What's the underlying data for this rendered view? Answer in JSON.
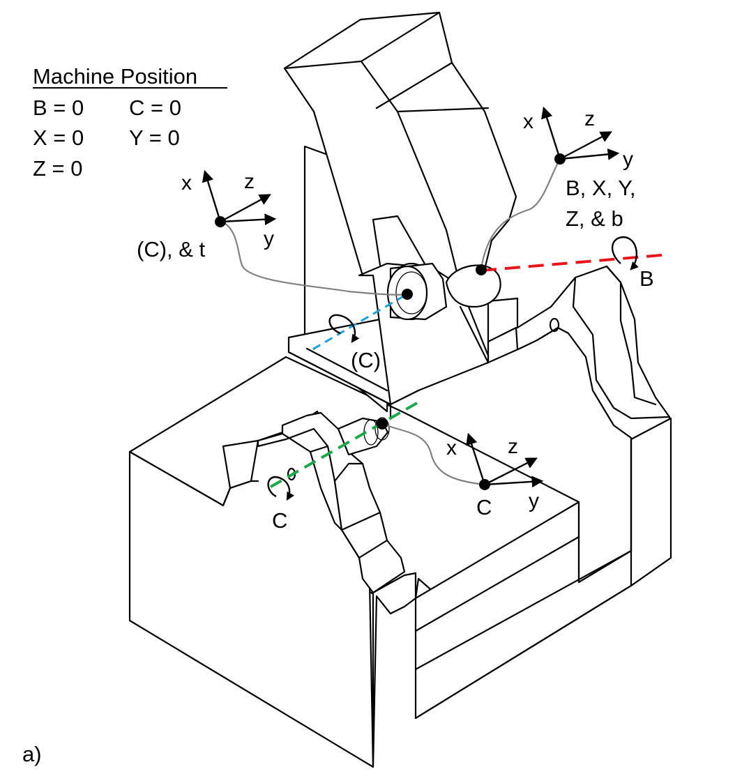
{
  "figure_label": "a)",
  "machine_position": {
    "title": "Machine Position",
    "rows": [
      [
        "B = 0",
        "C = 0"
      ],
      [
        "X = 0",
        "Y = 0"
      ],
      [
        "Z = 0",
        ""
      ]
    ]
  },
  "frames": {
    "tool": {
      "axes": {
        "x": "x",
        "y": "y",
        "z": "z"
      },
      "label": "(C), & t"
    },
    "bxyz": {
      "axes": {
        "x": "x",
        "y": "y",
        "z": "z"
      },
      "label_line1": "B, X, Y,",
      "label_line2": "Z, & b"
    },
    "c": {
      "axes": {
        "x": "x",
        "y": "y",
        "z": "z"
      },
      "label": "C"
    }
  },
  "rotary_axes": {
    "b": {
      "label": "B",
      "color": "#e8141b"
    },
    "c_tool": {
      "label": "(C)",
      "color": "#1aa0e0"
    },
    "c_table": {
      "label": "C",
      "color": "#1aa84a"
    }
  },
  "colors": {
    "line": "#000000",
    "leader": "#808080",
    "background": "#ffffff"
  }
}
